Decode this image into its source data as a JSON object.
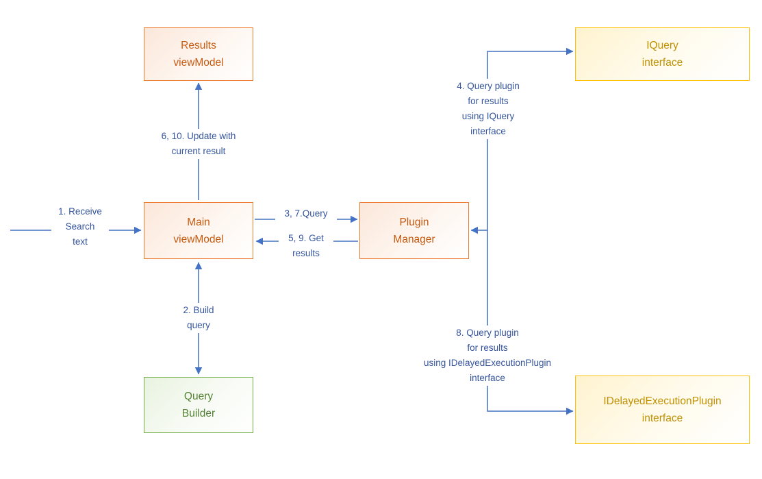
{
  "boxes": {
    "results_viewmodel": {
      "label": "Results\nviewModel"
    },
    "iquery_interface": {
      "label": "IQuery\ninterface"
    },
    "main_viewmodel": {
      "label": "Main\nviewModel"
    },
    "plugin_manager": {
      "label": "Plugin\nManager"
    },
    "query_builder": {
      "label": "Query\nBuilder"
    },
    "idelayedexecutionplugin_interface": {
      "label": "IDelayedExecutionPlugin\ninterface"
    }
  },
  "connector_labels": {
    "receive_search_text": "1. Receive\nSearch\ntext",
    "build_query": "2. Build\nquery",
    "query": "3, 7.Query",
    "query_plugin_iquery": "4. Query plugin\nfor results\nusing IQuery\ninterface",
    "get_results": "5, 9. Get\nresults",
    "update_with_current_result": "6, 10. Update with\ncurrent result",
    "query_plugin_idelayed": "8. Query plugin\nfor results\nusing IDelayedExecutionPlugin\ninterface"
  },
  "colors": {
    "orange_border": "#ED7D31",
    "orange_text": "#C55A11",
    "gold_border": "#FFC000",
    "gold_text": "#BF9000",
    "green_border": "#70AD47",
    "green_text": "#548235",
    "connector": "#4472C4",
    "connector_label_text": "#35549C"
  }
}
